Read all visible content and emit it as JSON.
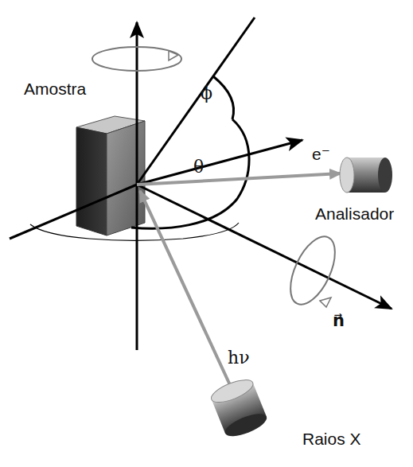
{
  "diagram": {
    "labels": [
      "Amostra",
      "ϕ",
      "e⁻",
      "Analisador",
      "θ",
      "n⃗",
      "hν",
      "Raios X"
    ]
  }
}
